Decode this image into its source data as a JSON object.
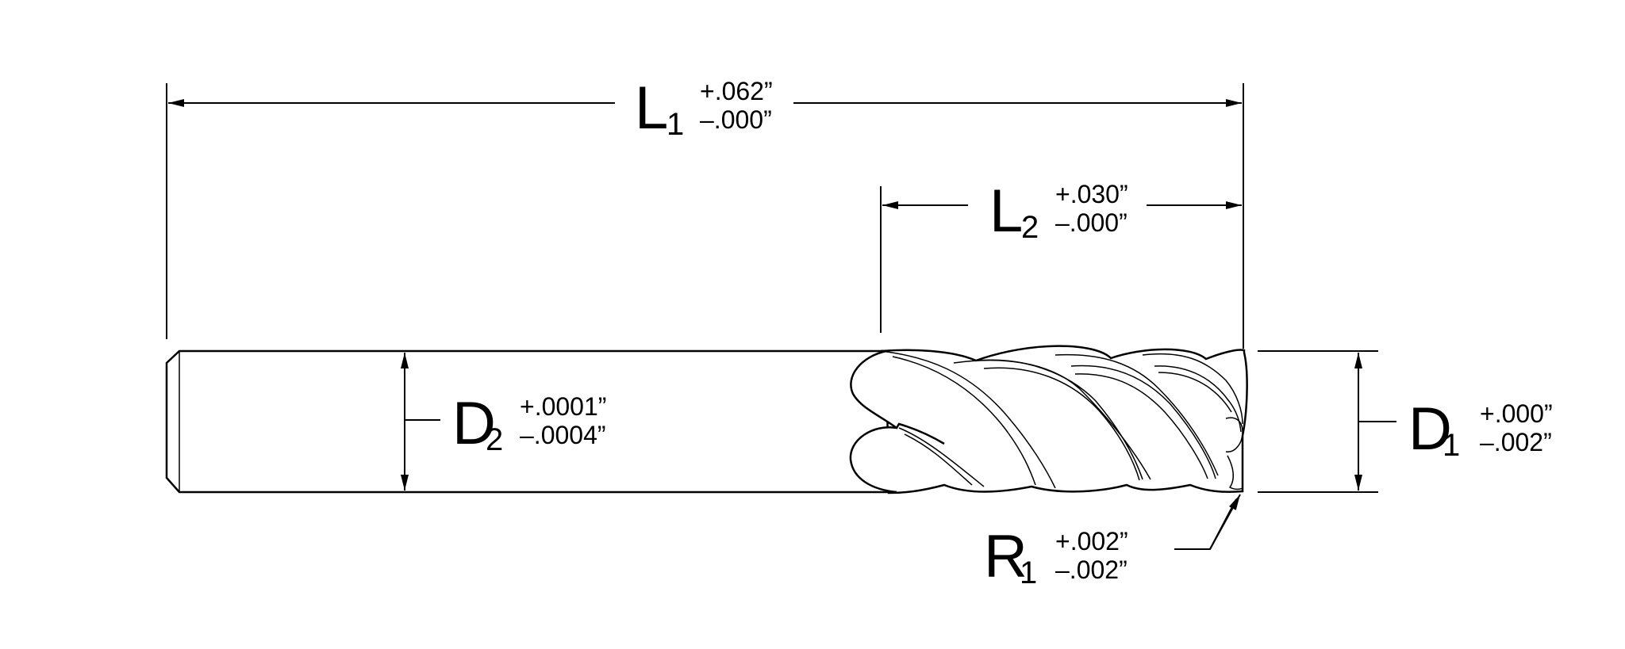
{
  "dimensions": {
    "L1": {
      "symbol": "L",
      "subscript": "1",
      "tol_plus": "+.062”",
      "tol_minus": "–.000”"
    },
    "L2": {
      "symbol": "L",
      "subscript": "2",
      "tol_plus": "+.030”",
      "tol_minus": "–.000”"
    },
    "D2": {
      "symbol": "D",
      "subscript": "2",
      "tol_plus": "+.0001”",
      "tol_minus": "–.0004”"
    },
    "D1": {
      "symbol": "D",
      "subscript": "1",
      "tol_plus": "+.000”",
      "tol_minus": "–.002”"
    },
    "R1": {
      "symbol": "R",
      "subscript": "1",
      "tol_plus": "+.002”",
      "tol_minus": "–.002”"
    }
  }
}
